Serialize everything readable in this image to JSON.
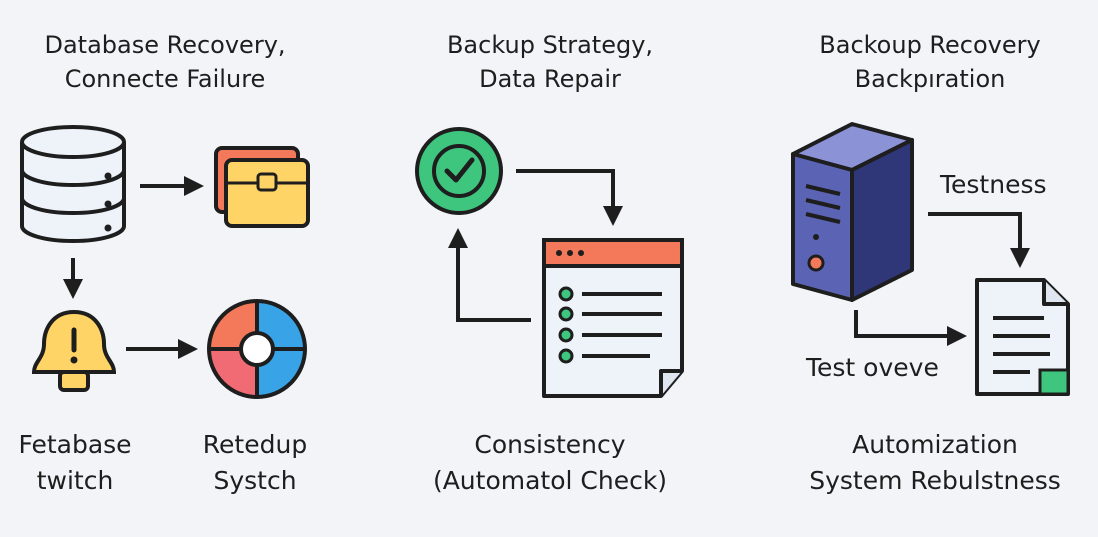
{
  "panels": [
    {
      "title_line1": "Database Recovery,",
      "title_line2": "Connecte Failure",
      "left_label_line1": "Fetabase",
      "left_label_line2": "twitch",
      "right_label_line1": "Retedup",
      "right_label_line2": "Systch"
    },
    {
      "title_line1": "Backup Strategy,",
      "title_line2": "Data Repair",
      "label_line1": "Consistency",
      "label_line2": "(Automatol Check)"
    },
    {
      "title_line1": "Backoup Recovery",
      "title_line2": "Backpıration",
      "arrow_label_top": "Testness",
      "arrow_label_bottom": "Test oveve",
      "label_line1": "Automization",
      "label_line2": "System Rebulstness"
    }
  ],
  "icons": {
    "database": "database-icon",
    "storage_box": "storage-box-icon",
    "alert": "alert-bell-icon",
    "pie": "pie-segment-icon",
    "check": "check-circle-icon",
    "window": "app-window-icon",
    "server": "server-tower-icon",
    "document": "document-icon"
  },
  "colors": {
    "stroke": "#1e1e1e",
    "orange": "#f4795a",
    "yellow": "#ffd466",
    "green": "#3ec57e",
    "red": "#f06b73",
    "blue": "#38a3e6",
    "server_blue": "#5b64b4",
    "doc": "#eef3fa"
  }
}
